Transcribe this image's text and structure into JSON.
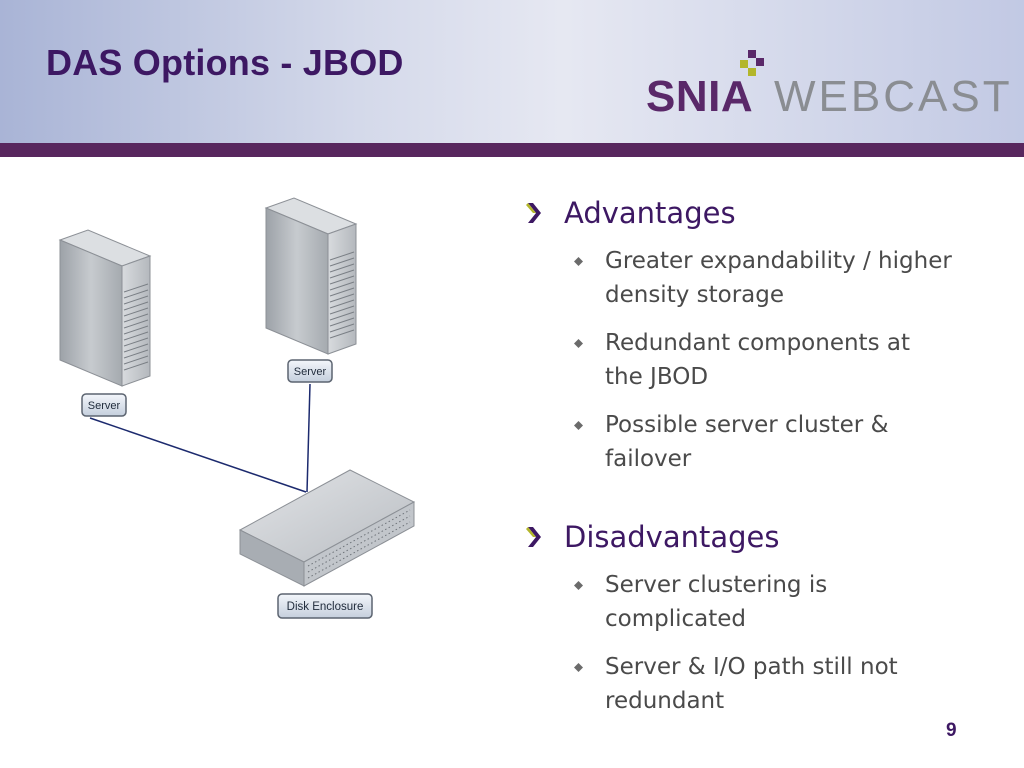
{
  "slide": {
    "title": "DAS Options - JBOD",
    "page_number": "9"
  },
  "logo": {
    "brand": "SNIA",
    "product": "WEBCAST"
  },
  "diagram": {
    "server_left_label": "Server",
    "server_right_label": "Server",
    "enclosure_label": "Disk Enclosure"
  },
  "advantages": {
    "heading": "Advantages",
    "items": [
      [
        "Greater expandability / higher",
        "density storage"
      ],
      [
        "Redundant components at",
        "the JBOD"
      ],
      [
        "Possible server cluster &",
        "failover"
      ]
    ]
  },
  "disadvantages": {
    "heading": "Disadvantages",
    "items": [
      [
        "Server clustering is",
        "complicated"
      ],
      [
        "Server & I/O path still not",
        "redundant"
      ]
    ]
  },
  "colors": {
    "title": "#3d1863",
    "band": "#58275e",
    "arrow": "#b3b62a",
    "diamond": "#6b6b6b"
  }
}
